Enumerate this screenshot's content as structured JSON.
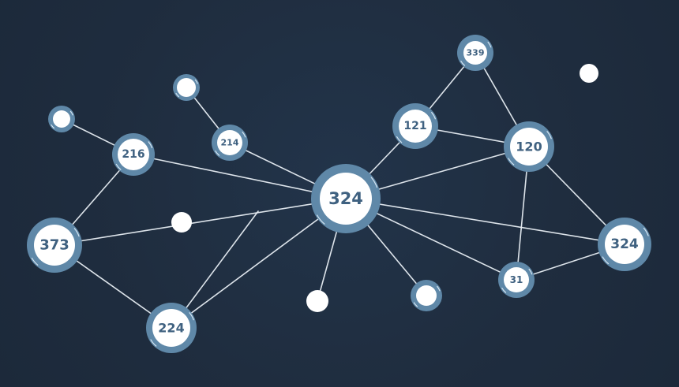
{
  "diagram": {
    "type": "network-graph",
    "colors": {
      "background": "#1f2d3f",
      "edge": "#e8eef4",
      "node_ring": "#5f88a8",
      "node_core": "#ffffff",
      "node_label": "#3f6180"
    },
    "nodes": [
      {
        "id": "n339",
        "label": "339"
      },
      {
        "id": "n121",
        "label": "121"
      },
      {
        "id": "n120",
        "label": "120"
      },
      {
        "id": "n324c",
        "label": "324"
      },
      {
        "id": "n214",
        "label": "214"
      },
      {
        "id": "n216",
        "label": "216"
      },
      {
        "id": "n373",
        "label": "373"
      },
      {
        "id": "n224",
        "label": "224"
      },
      {
        "id": "n31",
        "label": "31"
      },
      {
        "id": "n324r",
        "label": "324"
      },
      {
        "id": "u_tl",
        "label": ""
      },
      {
        "id": "u_top",
        "label": ""
      },
      {
        "id": "u_mid",
        "label": ""
      },
      {
        "id": "u_bot",
        "label": ""
      },
      {
        "id": "u_botr",
        "label": ""
      },
      {
        "id": "u_tr",
        "label": ""
      }
    ],
    "edges": [
      [
        "n339",
        "n121"
      ],
      [
        "n339",
        "n120"
      ],
      [
        "n121",
        "n120"
      ],
      [
        "n121",
        "n324c"
      ],
      [
        "n120",
        "n324c"
      ],
      [
        "n120",
        "n324r"
      ],
      [
        "n120",
        "n31"
      ],
      [
        "n324c",
        "n324r"
      ],
      [
        "n324c",
        "n31"
      ],
      [
        "n31",
        "n324r"
      ],
      [
        "n324c",
        "u_botr"
      ],
      [
        "n324c",
        "u_bot"
      ],
      [
        "n324c",
        "n214"
      ],
      [
        "n324c",
        "n216"
      ],
      [
        "n324c",
        "n373"
      ],
      [
        "n324c",
        "n224"
      ],
      [
        "n214",
        "u_top"
      ],
      [
        "n216",
        "u_tl"
      ],
      [
        "n216",
        "n373"
      ],
      [
        "n373",
        "n224"
      ],
      [
        "n224",
        "mid_junction"
      ]
    ]
  }
}
